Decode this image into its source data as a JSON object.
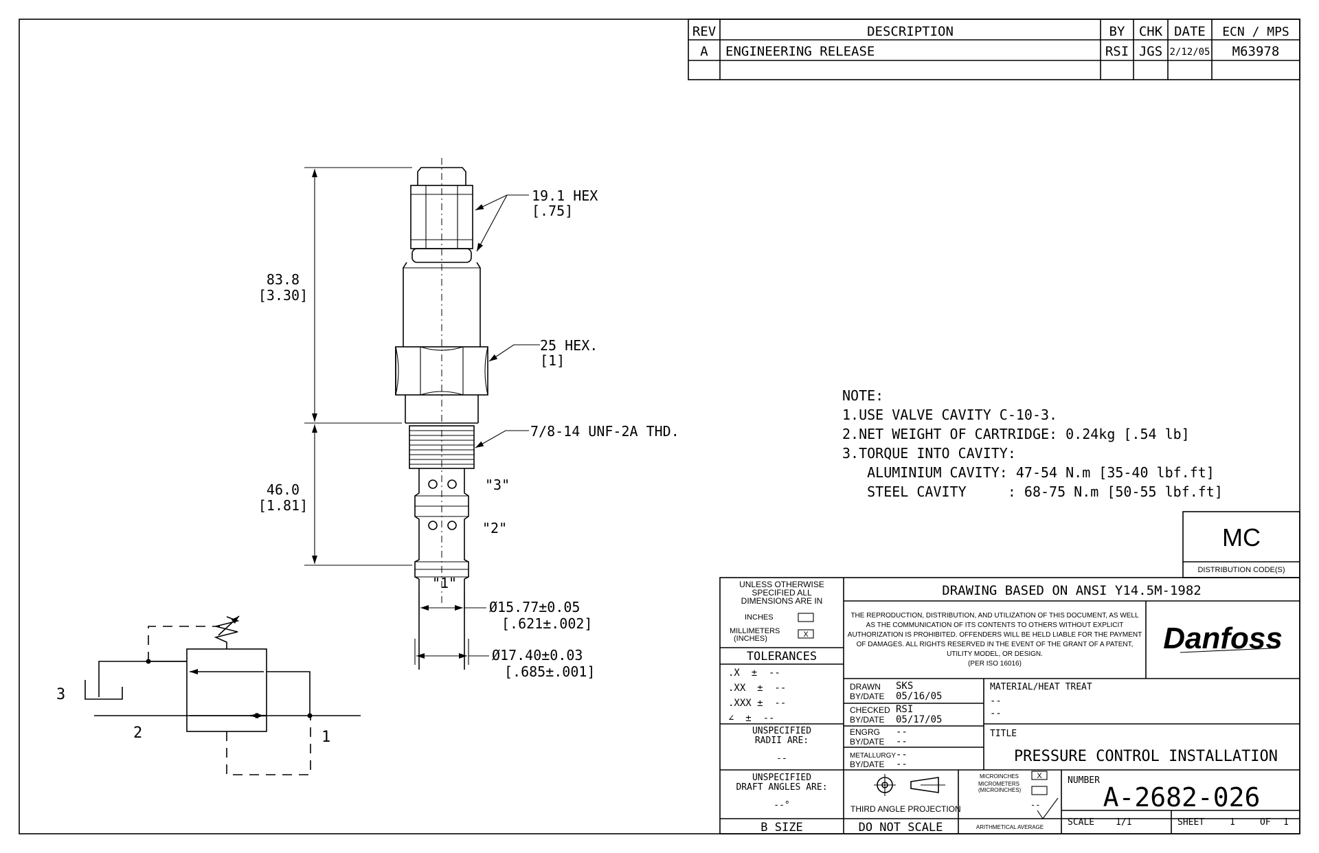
{
  "revision_block": {
    "headers": [
      "REV",
      "DESCRIPTION",
      "BY",
      "CHK",
      "DATE",
      "ECN / MPS"
    ],
    "rows": [
      {
        "rev": "A",
        "description": "ENGINEERING RELEASE",
        "by": "RSI",
        "chk": "JGS",
        "date": "2/12/05",
        "ecn": "M63978"
      }
    ]
  },
  "callouts": {
    "hex1": "19.1 HEX",
    "hex1_in": "[.75]",
    "hex2": "25  HEX.",
    "hex2_in": "[1]",
    "thread": "7/8-14 UNF-2A THD.",
    "overall": "83.8",
    "overall_in": "[3.30]",
    "lower": "46.0",
    "lower_in": "[1.81]",
    "port3": "\"3\"",
    "port2": "\"2\"",
    "port1": "\"1\"",
    "dia1": "Ø15.77±0.05",
    "dia1_in": "[.621±.002]",
    "dia2": "Ø17.40±0.03",
    "dia2_in": "[.685±.001]"
  },
  "schematic": {
    "port3": "3",
    "port2": "2",
    "port1": "1"
  },
  "notes": {
    "title": "NOTE:",
    "lines": [
      "1.USE VALVE CAVITY C-10-3.",
      "2.NET WEIGHT OF CARTRIDGE: 0.24kg [.54 lb]",
      "3.TORQUE INTO CAVITY:",
      "   ALUMINIUM CAVITY: 47-54 N.m [35-40 lbf.ft]",
      "   STEEL CAVITY     : 68-75 N.m [50-55 lbf.ft]"
    ]
  },
  "distribution": {
    "code": "MC",
    "label": "DISTRIBUTION CODE(S)"
  },
  "title_block": {
    "units_header": [
      "UNLESS OTHERWISE",
      "SPECIFIED ALL",
      "DIMENSIONS ARE IN"
    ],
    "inches": "INCHES",
    "millimeters": [
      "MILLIMETERS",
      "(INCHES)"
    ],
    "millimeters_mark": "X",
    "tolerances_title": "TOLERANCES",
    "tolerances": [
      ".X  ±  --",
      ".XX  ±  --",
      ".XXX ±  --",
      "∠  ±  --"
    ],
    "radii": [
      "UNSPECIFIED",
      "RADII ARE:"
    ],
    "radii_value": "--",
    "draft": [
      "UNSPECIFIED",
      "DRAFT ANGLES ARE:"
    ],
    "draft_value": "--°",
    "size": "B SIZE",
    "ansi": "DRAWING BASED ON ANSI Y14.5M-1982",
    "legal": [
      "THE REPRODUCTION, DISTRIBUTION, AND UTILIZATION OF THIS DOCUMENT, AS WELL",
      "AS THE COMMUNICATION OF ITS CONTENTS TO OTHERS WITHOUT EXPLICIT",
      "AUTHORIZATION IS PROHIBITED. OFFENDERS WILL BE HELD LIABLE FOR THE PAYMENT",
      "OF DAMAGES.  ALL RIGHTS RESERVED IN THE EVENT OF THE GRANT OF A PATENT,",
      "UTILITY MODEL, OR DESIGN.",
      "(PER ISO 16016)"
    ],
    "logo": "Danfoss",
    "drawn_label": [
      "DRAWN",
      "BY/DATE"
    ],
    "drawn_value": [
      "SKS",
      "05/16/05"
    ],
    "checked_label": [
      "CHECKED",
      "BY/DATE"
    ],
    "checked_value": [
      "RSI",
      "05/17/05"
    ],
    "engrg_label": [
      "ENGRG",
      "BY/DATE"
    ],
    "engrg_value": [
      "--",
      "--"
    ],
    "metallurgy_label": [
      "METALLURGY",
      "BY/DATE"
    ],
    "metallurgy_value": [
      "--",
      "--"
    ],
    "material_label": "MATERIAL/HEAT TREAT",
    "material_value": [
      "--",
      "--"
    ],
    "title_label": "TITLE",
    "title_value": "PRESSURE CONTROL INSTALLATION",
    "projection": "THIRD ANGLE PROJECTION",
    "do_not_scale": "DO NOT SCALE",
    "finish_units": [
      "MICROINCHES",
      "MICROMETERS",
      "(MICROINCHES)"
    ],
    "finish_mark": "X",
    "finish_value": "--",
    "arith": "ARITHMETICAL AVERAGE",
    "number_label": "NUMBER",
    "number_value": "A-2682-026",
    "scale_label": "SCALE",
    "scale_value": "1/1",
    "sheet_label": "SHEET",
    "sheet_value": "1",
    "of_label": "OF",
    "of_value": "1"
  }
}
